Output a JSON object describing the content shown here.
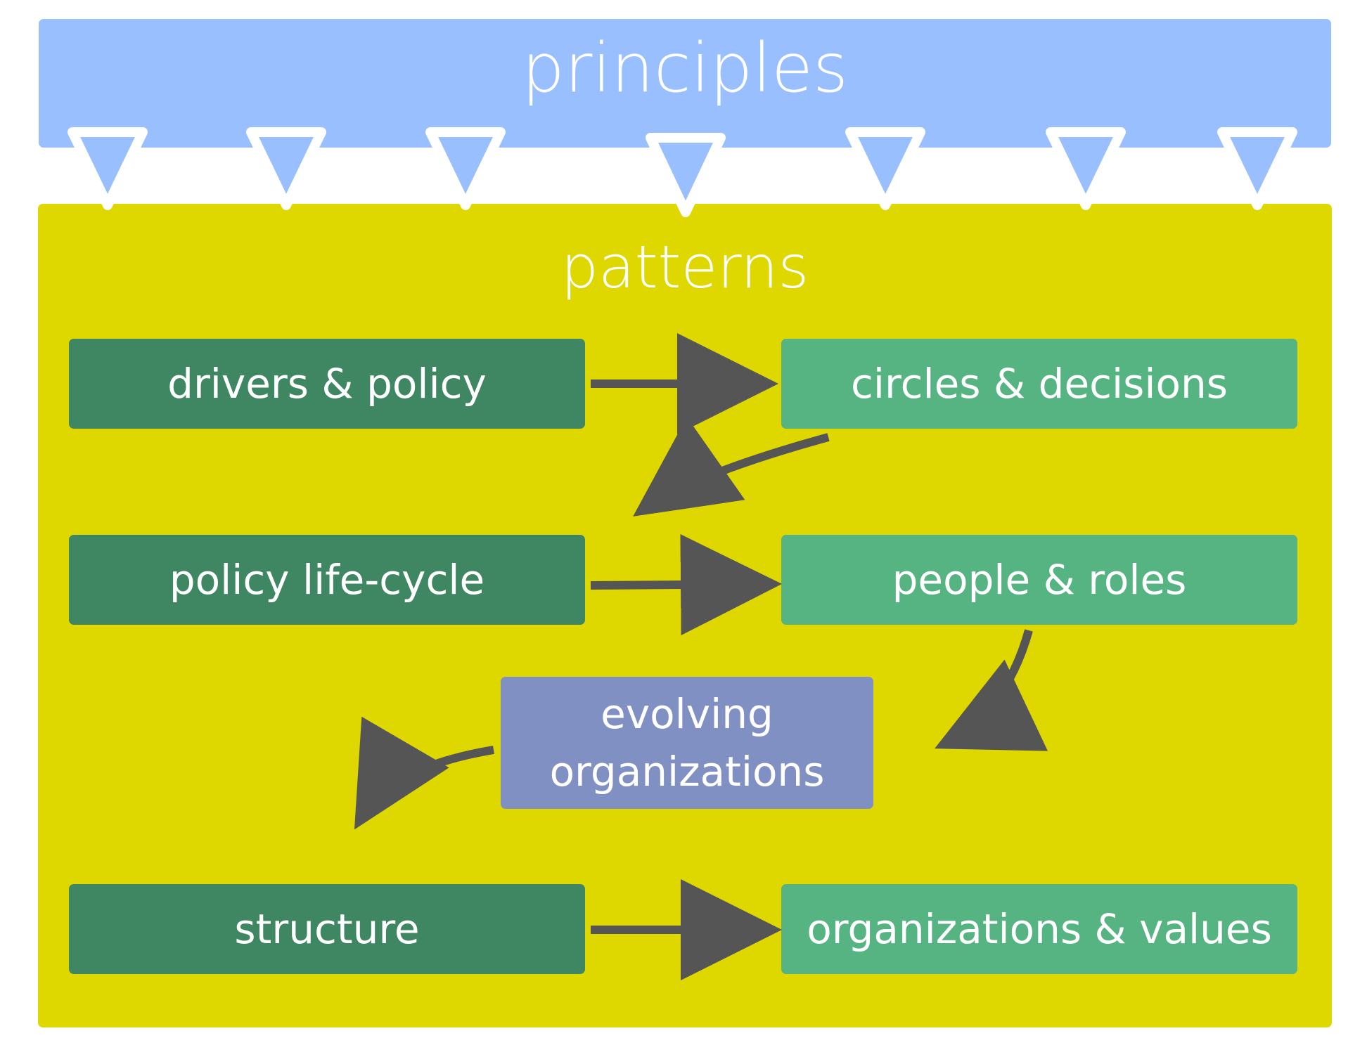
{
  "diagram": {
    "principles_label": "principles",
    "patterns_label": "patterns",
    "nodes": {
      "drivers_policy": "drivers & policy",
      "circles_decisions": "circles & decisions",
      "policy_life_cycle": "policy life-cycle",
      "people_roles": "people & roles",
      "evolving_organizations": "evolving\norganizations",
      "structure": "structure",
      "organizations_values": "organizations & values"
    }
  },
  "colors": {
    "principles_band": "#99bfff",
    "patterns_panel": "#dfd700",
    "dark_box": "#3f8762",
    "light_box": "#56b382",
    "blue_box": "#8090c2",
    "arrow": "#555555",
    "text": "#ffffff"
  }
}
